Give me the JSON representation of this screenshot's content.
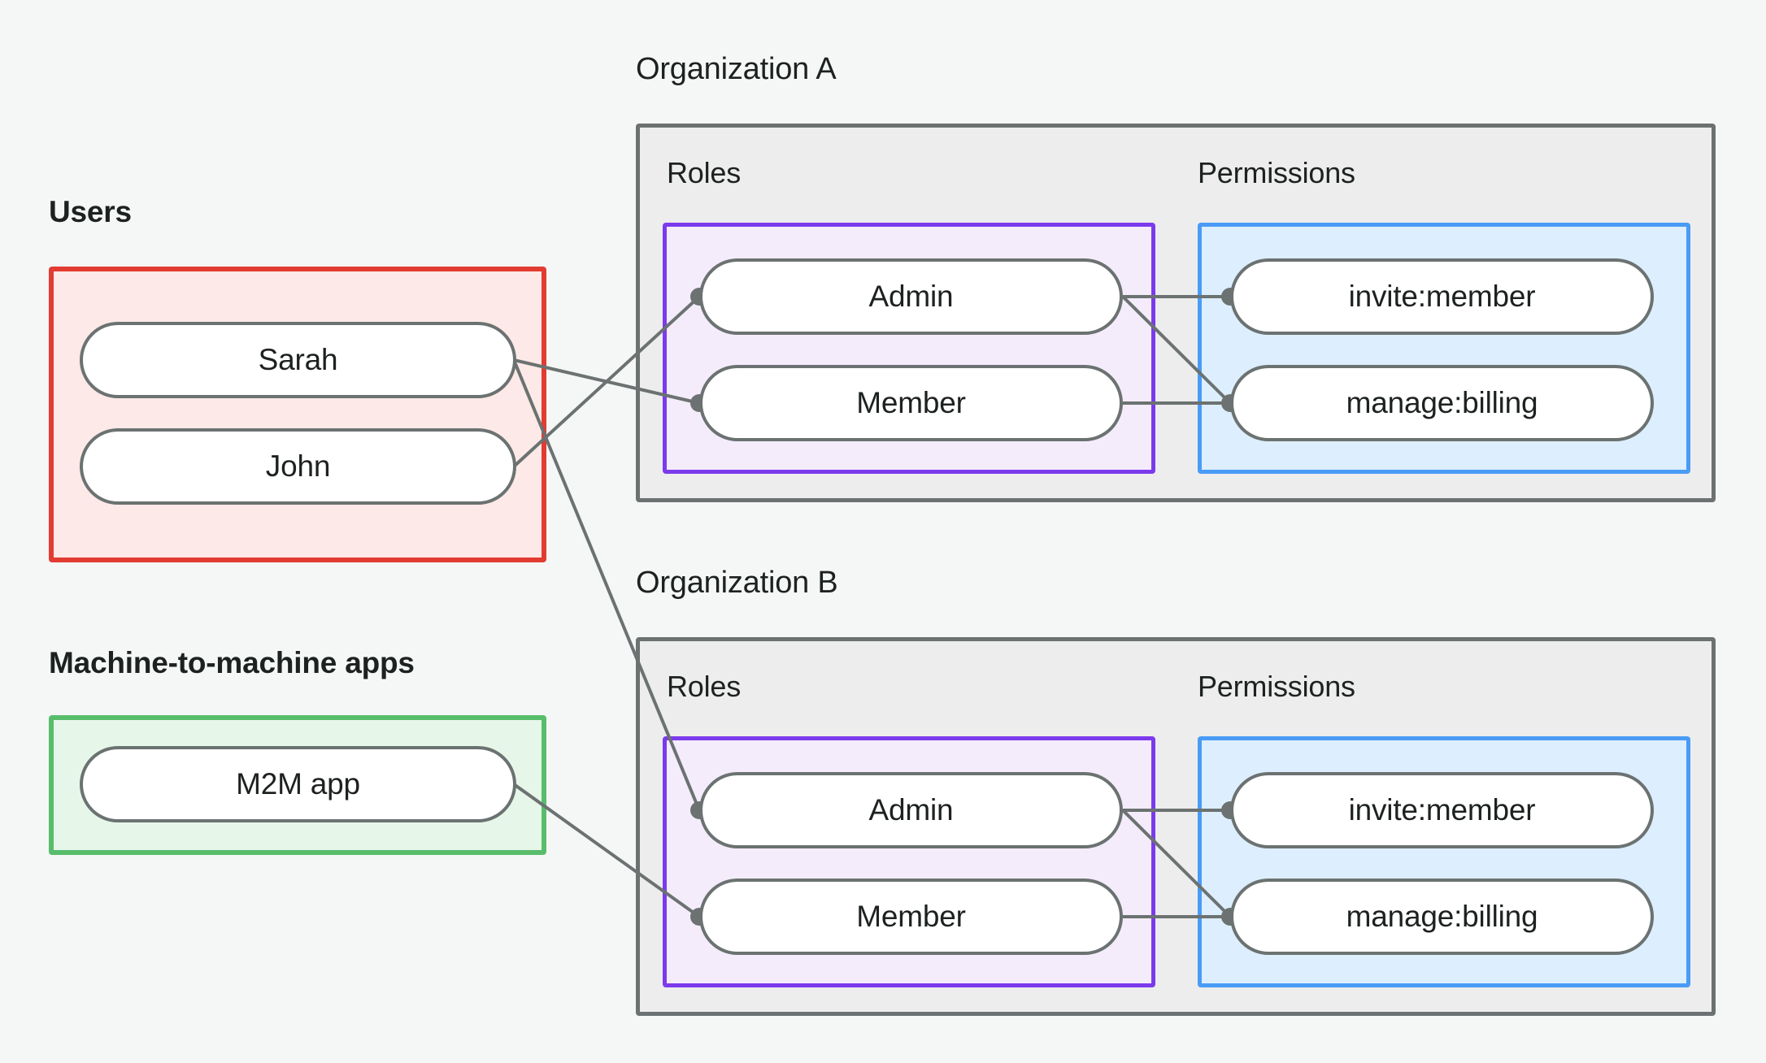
{
  "diagram": {
    "title_users": "Users",
    "title_m2m": "Machine-to-machine apps",
    "org_a_title": "Organization A",
    "org_b_title": "Organization B",
    "roles_label_a": "Roles",
    "permissions_label_a": "Permissions",
    "roles_label_b": "Roles",
    "permissions_label_b": "Permissions",
    "users": [
      {
        "id": "sarah",
        "label": "Sarah"
      },
      {
        "id": "john",
        "label": "John"
      }
    ],
    "m2m_apps": [
      {
        "id": "m2m",
        "label": "M2M app"
      }
    ],
    "org_a": {
      "roles": [
        {
          "id": "a-admin",
          "label": "Admin"
        },
        {
          "id": "a-member",
          "label": "Member"
        }
      ],
      "permissions": [
        {
          "id": "a-invite",
          "label": "invite:member"
        },
        {
          "id": "a-billing",
          "label": "manage:billing"
        }
      ]
    },
    "org_b": {
      "roles": [
        {
          "id": "b-admin",
          "label": "Admin"
        },
        {
          "id": "b-member",
          "label": "Member"
        }
      ],
      "permissions": [
        {
          "id": "b-invite",
          "label": "invite:member"
        },
        {
          "id": "b-billing",
          "label": "manage:billing"
        }
      ]
    },
    "edges": [
      {
        "from": "sarah",
        "to": "a-member"
      },
      {
        "from": "sarah",
        "to": "b-admin"
      },
      {
        "from": "john",
        "to": "a-admin"
      },
      {
        "from": "a-admin",
        "to": "a-invite"
      },
      {
        "from": "a-admin",
        "to": "a-billing"
      },
      {
        "from": "a-member",
        "to": "a-billing"
      },
      {
        "from": "m2m",
        "to": "b-member"
      },
      {
        "from": "b-admin",
        "to": "b-invite"
      },
      {
        "from": "b-admin",
        "to": "b-billing"
      },
      {
        "from": "b-member",
        "to": "b-billing"
      }
    ],
    "colors": {
      "background": "#f5f7f6",
      "users_border": "#e23b32",
      "users_fill": "#fde9e7",
      "m2m_border": "#58bd6b",
      "m2m_fill": "#e6f6e9",
      "org_border": "#6b7271",
      "org_fill": "#ecedec",
      "roles_border": "#7c3aed",
      "roles_fill": "#f4ecfb",
      "permissions_border": "#4a9bf5",
      "permissions_fill": "#ddeefe",
      "node_border": "#6b7271",
      "node_fill": "#ffffff",
      "edge_line": "#6b7271",
      "text": "#1d2120"
    }
  }
}
